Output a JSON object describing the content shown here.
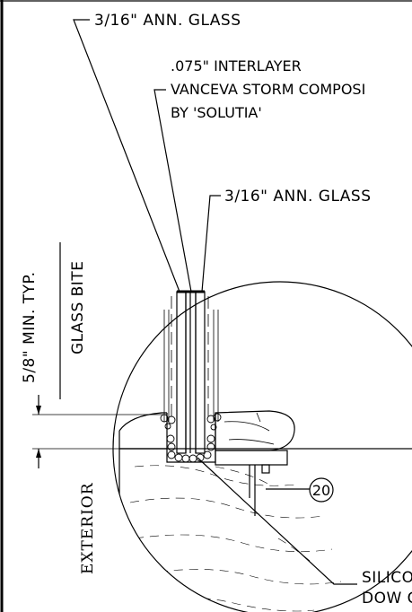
{
  "labels": {
    "glass_outer": "3/16\" ANN. GLASS",
    "interlayer_line1": ".075\" INTERLAYER",
    "interlayer_line2": "VANCEVA STORM COMPOSI",
    "interlayer_line3": "BY 'SOLUTIA'",
    "glass_inner": "3/16\" ANN. GLASS",
    "min_typ": "5/8\" MIN. TYP.",
    "glass_bite": "GLASS BITE",
    "exterior": "EXTERIOR",
    "callout_number": "20",
    "silicone_line1": "SILICON",
    "silicone_line2": "DOW CO"
  }
}
